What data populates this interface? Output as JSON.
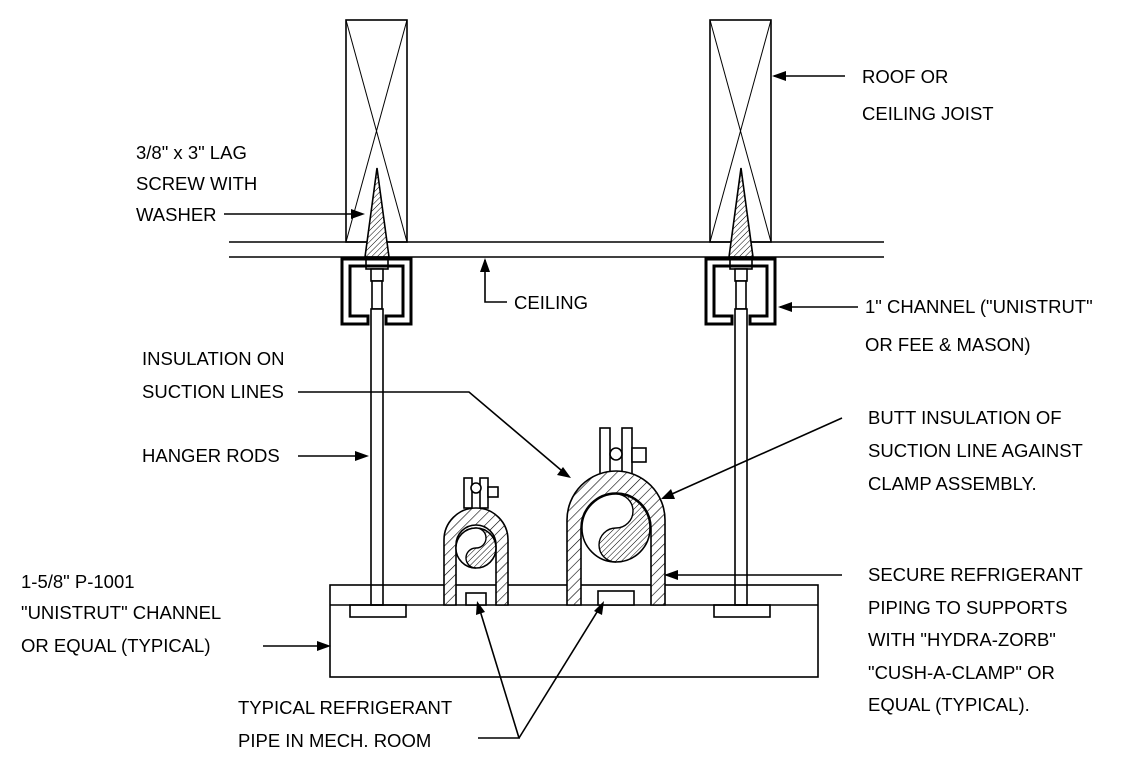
{
  "labels": {
    "roof_joist": [
      "ROOF OR",
      "CEILING JOIST"
    ],
    "lag_screw": [
      "3/8\" x 3\" LAG",
      "SCREW WITH",
      "WASHER"
    ],
    "ceiling": "CEILING",
    "channel": [
      "1\" CHANNEL  (\"UNISTRUT\"",
      "OR FEE & MASON)"
    ],
    "insulation": [
      "INSULATION ON",
      "SUCTION LINES"
    ],
    "butt_insulation": [
      "BUTT INSULATION OF",
      "SUCTION LINE AGAINST",
      "CLAMP ASSEMBLY."
    ],
    "hanger_rods": "HANGER RODS",
    "unistrut": [
      "1-5/8\" P-1001",
      "\"UNISTRUT\" CHANNEL",
      "OR EQUAL (TYPICAL)"
    ],
    "secure": [
      "SECURE REFRIGERANT",
      "PIPING TO SUPPORTS",
      "WITH \"HYDRA-ZORB\"",
      "\"CUSH-A-CLAMP\" OR",
      "EQUAL (TYPICAL)."
    ],
    "typical_pipe": [
      "TYPICAL REFRIGERANT",
      "PIPE IN MECH. ROOM"
    ]
  }
}
